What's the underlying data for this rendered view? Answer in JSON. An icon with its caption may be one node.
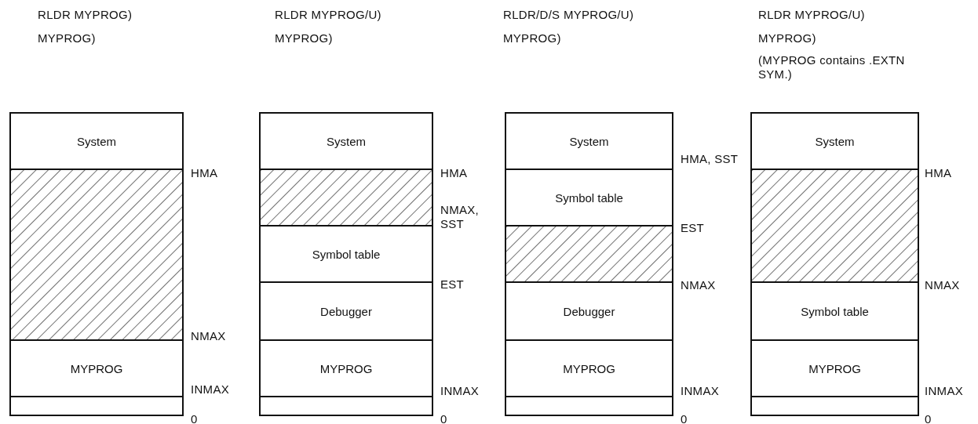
{
  "diagram": {
    "nodes": [
      {
        "text": [
          "System"
        ]
      },
      {
        "text": [],
        "shape": "box"
      },
      {
        "text": [
          "MYPROG"
        ]
      },
      {
        "text": [],
        "shape": "bar"
      },
      {
        "text": [
          "System"
        ]
      },
      {
        "text": [],
        "shape": "box"
      },
      {
        "text": [
          "Symbol table"
        ]
      },
      {
        "text": [
          "Debugger"
        ]
      },
      {
        "text": [
          "MYPROG"
        ]
      },
      {
        "text": [],
        "shape": "bar"
      },
      {
        "text": [
          "System"
        ]
      },
      {
        "text": [
          "Symbol table"
        ]
      },
      {
        "text": [],
        "shape": "box"
      },
      {
        "text": [
          "Debugger"
        ]
      },
      {
        "text": [
          "MYPROG"
        ]
      },
      {
        "text": [],
        "shape": "bar"
      },
      {
        "text": [
          "System"
        ]
      },
      {
        "text": [],
        "shape": "box"
      },
      {
        "text": [
          "Symbol table"
        ]
      },
      {
        "text": [
          "MYPROG"
        ]
      },
      {
        "text": [],
        "shape": "bar"
      }
    ],
    "labels": [
      "RLDR MYPROG)",
      "MYPROG)",
      "RLDR MYPROG/U)",
      "MYPROG)",
      "RLDR/D/S MYPROG/U)",
      "MYPROG)",
      "RLDR MYPROG/U)",
      "MYPROG)",
      "(MYPROG contains .EXTN SYM.)",
      "HMA",
      "NMAX",
      "INMAX",
      "0",
      "HMA",
      "NMAX, SST",
      "EST",
      "INMAX",
      "0",
      "HMA, SST",
      "EST",
      "NMAX",
      "INMAX",
      "0",
      "HMA",
      "NMAX",
      "INMAX",
      "0"
    ]
  }
}
